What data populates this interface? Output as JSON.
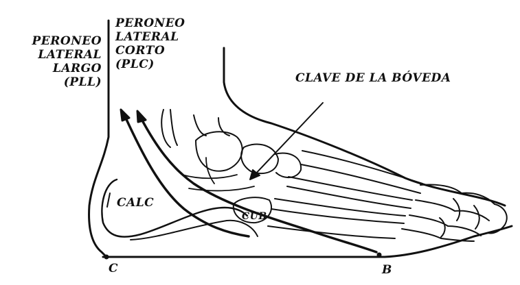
{
  "labels": {
    "peroneo_largo": {
      "line1": "PERONEO",
      "line2": "LATERAL",
      "line3": "LARGO",
      "line4": "(PLL)"
    },
    "peroneo_corto": {
      "line1": "PERONEO",
      "line2": "LATERAL",
      "line3": "CORTO",
      "line4": "(PLC)"
    },
    "clave": "CLAVE DE LA BÓVEDA",
    "calc": "CALC",
    "cub": "CUB",
    "point_c": "C",
    "point_b": "B"
  },
  "colors": {
    "ink": "#111111",
    "paper": "#ffffff"
  }
}
